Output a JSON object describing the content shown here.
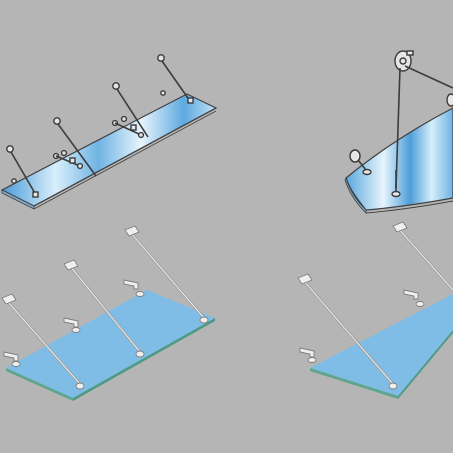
{
  "scene": {
    "background_color": "#b5b5b5",
    "canopy_glass_color": "#7fbde6",
    "canopy_highlight_color": "#e9f5fc",
    "panels": [
      {
        "id": "canopy-straight-line",
        "style": "line-drawing",
        "shape": "rectangle",
        "rod_count": 4
      },
      {
        "id": "canopy-curved-line",
        "style": "line-drawing",
        "shape": "curved",
        "rod_count": 2
      },
      {
        "id": "canopy-straight-rendered",
        "style": "rendered",
        "shape": "rectangle",
        "rod_count": 3
      },
      {
        "id": "canopy-curved-rendered",
        "style": "rendered",
        "shape": "rectangle",
        "rod_count": 2
      }
    ]
  }
}
